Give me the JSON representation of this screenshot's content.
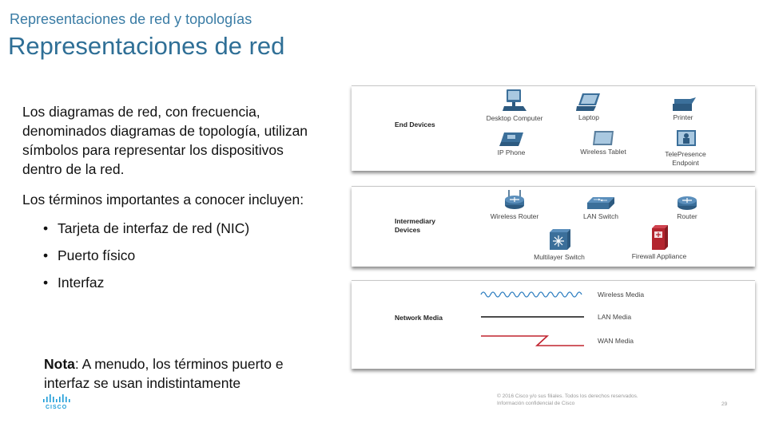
{
  "header": {
    "subtitle": "Representaciones de red y topologías",
    "title": "Representaciones de red"
  },
  "body": {
    "paragraph1": "Los diagramas de red, con frecuencia, denominados diagramas de topología, utilizan símbolos para representar los dispositivos dentro de la red.",
    "paragraph2": "Los términos importantes a conocer incluyen:",
    "bullets": [
      "Tarjeta de interfaz de red (NIC)",
      "Puerto físico",
      "Interfaz"
    ],
    "note_label": "Nota",
    "note_text": ": A menudo, los términos puerto e interfaz se usan indistintamente"
  },
  "diagram": {
    "end_devices": {
      "label": "End Devices",
      "items": [
        "Desktop Computer",
        "Laptop",
        "Printer",
        "IP Phone",
        "Wireless Tablet",
        "TelePresence Endpoint"
      ]
    },
    "intermediary_devices": {
      "label": "Intermediary Devices",
      "items": [
        "Wireless Router",
        "LAN Switch",
        "Router",
        "Multilayer Switch",
        "Firewall Appliance"
      ]
    },
    "network_media": {
      "label": "Network Media",
      "items": [
        "Wireless Media",
        "LAN Media",
        "WAN Media"
      ]
    },
    "colors": {
      "device_blue": "#3b6f9a",
      "wan_red": "#c0232f",
      "wireless_blue": "#2f7fc1"
    }
  },
  "footer": {
    "brand": "CISCO",
    "copyright": "© 2016 Cisco y/o sus filiales. Todos los derechos reservados.",
    "confidential": "Información confidencial de Cisco",
    "page_number": "29"
  }
}
